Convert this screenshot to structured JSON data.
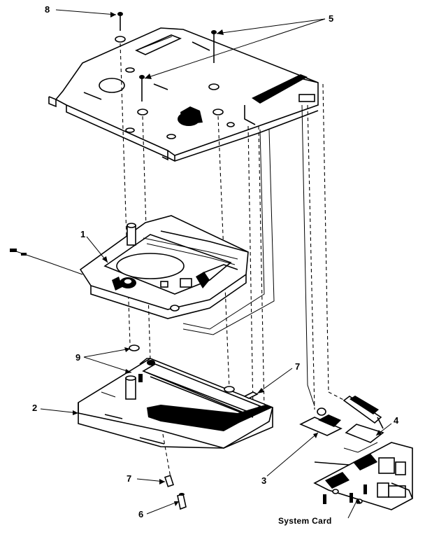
{
  "callouts": {
    "c1": "1",
    "c2": "2",
    "c3": "3",
    "c4": "4",
    "c5": "5",
    "c6": "6",
    "c7a": "7",
    "c7b": "7",
    "c8": "8",
    "c9": "9",
    "system_card": "System Card"
  }
}
